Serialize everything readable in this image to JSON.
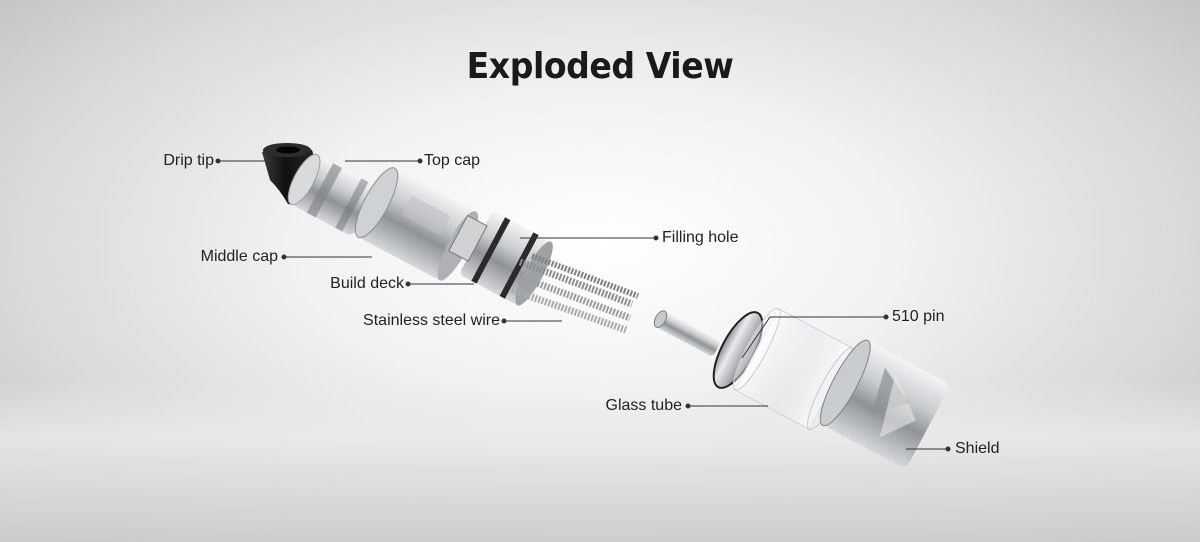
{
  "title": "Exploded View",
  "labels": {
    "drip_tip": "Drip tip",
    "top_cap": "Top cap",
    "middle_cap": "Middle cap",
    "filling_hole": "Filling hole",
    "build_deck": "Build deck",
    "stainless_steel_wire": "Stainless steel wire",
    "pin_510": "510 pin",
    "glass_tube": "Glass tube",
    "shield": "Shield"
  },
  "colors": {
    "title": "#1a1a1a",
    "label": "#222222",
    "leader": "#333333",
    "steel": "#b8bcc0",
    "drip_tip": "#1c1c1c"
  }
}
